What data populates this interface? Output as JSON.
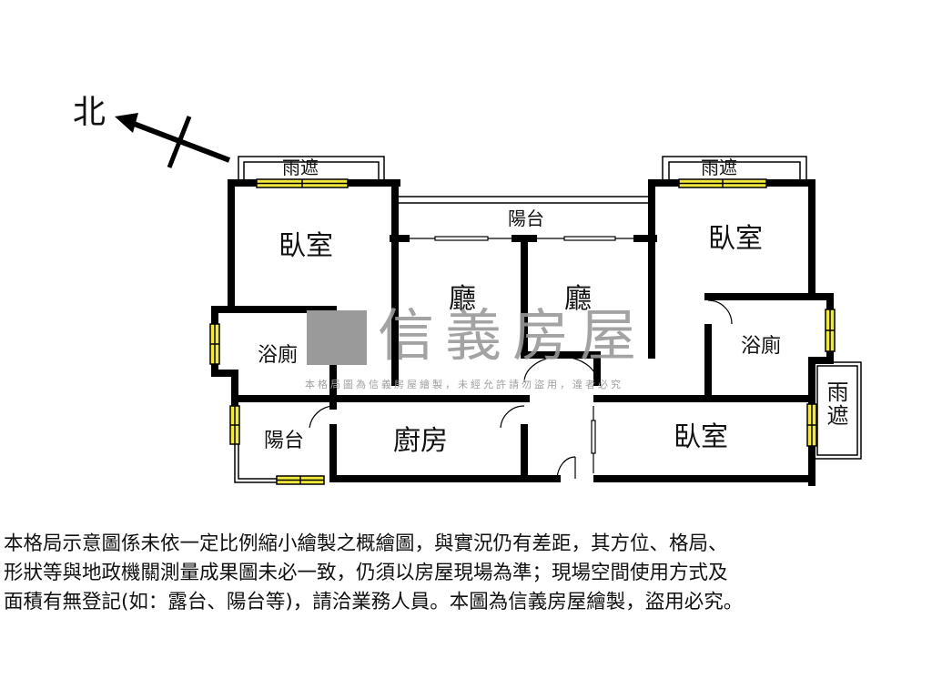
{
  "compass": {
    "label": "北"
  },
  "watermark": {
    "brand": "信義房屋",
    "notice": "本格局圖為信義房屋繪製，未經允許請勿盜用，違者必究"
  },
  "rooms": {
    "bedroom_nw": "臥室",
    "bedroom_ne": "臥室",
    "bedroom_se": "臥室",
    "living_left": "廳",
    "living_right": "廳",
    "bath_w": "浴廁",
    "bath_e": "浴廁",
    "kitchen": "廚房",
    "balcony_sw": "陽台",
    "balcony_top": "陽台",
    "awning_nw": "雨遮",
    "awning_ne": "雨遮",
    "awning_e": "雨遮"
  },
  "colors": {
    "wall": "#000000",
    "window": "#f2ea3a",
    "watermark": "#9a9a9a"
  },
  "disclaimer": {
    "line1": "本格局示意圖係未依一定比例縮小繪製之概繪圖，與實況仍有差距，其方位、格局、",
    "line2": "形狀等與地政機關測量成果圖未必一致，仍須以房屋現場為準；現場空間使用方式及",
    "line3": "面積有無登記(如：露台、陽台等)，請洽業務人員。本圖為信義房屋繪製，盜用必究。"
  }
}
